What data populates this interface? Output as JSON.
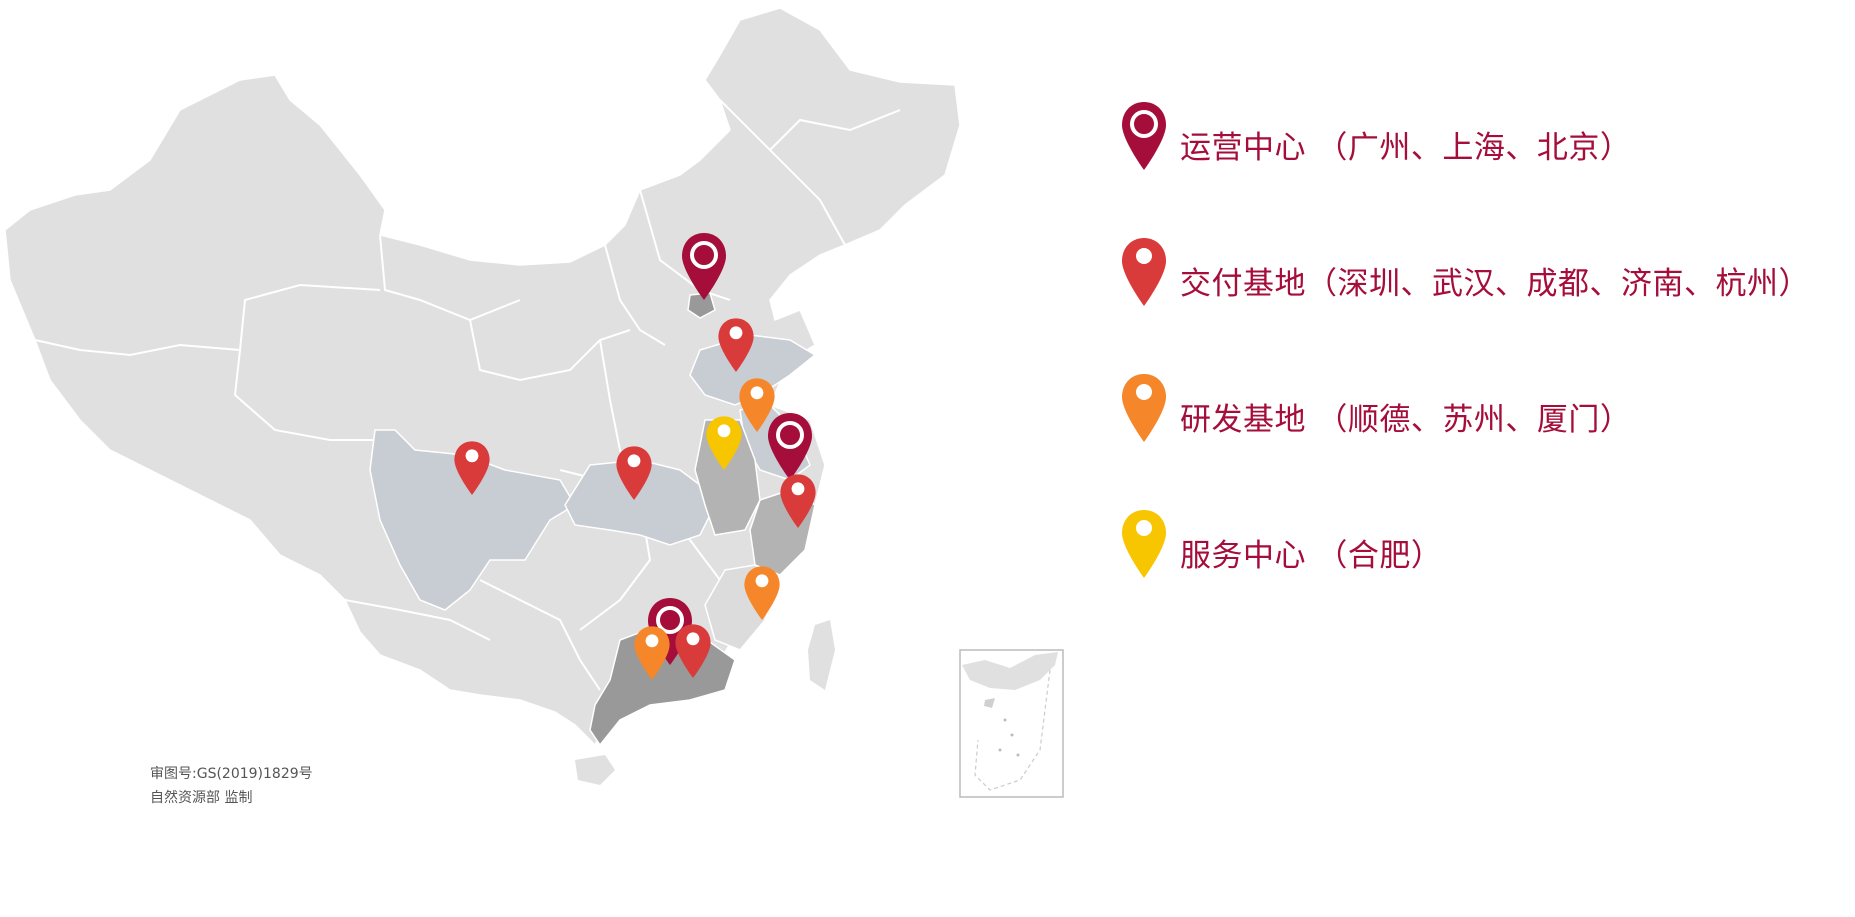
{
  "colors": {
    "land": "#e0e0e0",
    "border": "#ffffff",
    "highlight_light": "#c8ccd3",
    "highlight_mid": "#b3b3b3",
    "highlight_dark": "#999999",
    "ops": "#a50d3a",
    "delivery": "#d93a3a",
    "rnd": "#f5862a",
    "service": "#f7c600",
    "label_text": "#a50d3a"
  },
  "legend": [
    {
      "type": "ops",
      "icon": "map-pin-ring-icon",
      "label": "运营中心 （广州、上海、北京）"
    },
    {
      "type": "delivery",
      "icon": "map-pin-icon",
      "label": "交付基地（深圳、武汉、成都、济南、杭州）"
    },
    {
      "type": "rnd",
      "icon": "map-pin-icon",
      "label": "研发基地 （顺德、苏州、厦门）"
    },
    {
      "type": "service",
      "icon": "map-pin-icon",
      "label": "服务中心 （合肥）"
    }
  ],
  "credit": {
    "line1": "审图号:GS(2019)1829号",
    "line2": "自然资源部 监制"
  }
}
